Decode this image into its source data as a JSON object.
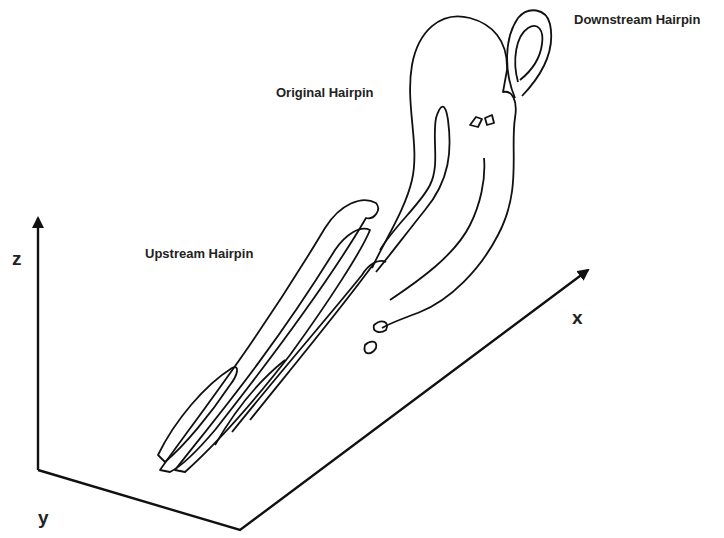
{
  "diagram": {
    "labels": [
      "Downstream Hairpin",
      "Original Hairpin",
      "Upstream Hairpin",
      "z",
      "x",
      "y"
    ]
  }
}
